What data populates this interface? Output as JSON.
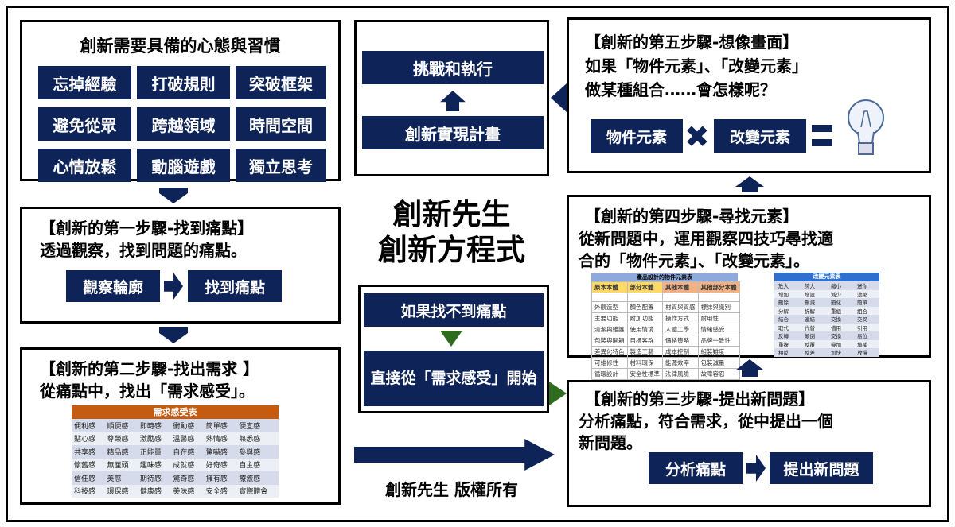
{
  "mindset": {
    "title": "創新需要具備的心態與習慣",
    "items": [
      "忘掉經驗",
      "打破規則",
      "突破框架",
      "避免從眾",
      "跨越領域",
      "時間空間",
      "心情放鬆",
      "動腦遊戲",
      "獨立思考"
    ]
  },
  "step1": {
    "title": "【創新的第一步驟-找到痛點】",
    "desc": "透過觀察，找到問題的痛點。",
    "btn1": "觀察輪廓",
    "btn2": "找到痛點"
  },
  "step2": {
    "title": "【創新的第二步驟-找出需求 】",
    "desc": "從痛點中，找出「需求感受」。",
    "table_title": "需求感受表",
    "table": [
      [
        "便利感",
        "順便感",
        "即時感",
        "衝動感",
        "簡單感",
        "便宜感"
      ],
      [
        "貼心感",
        "尊榮感",
        "激勵感",
        "溫馨感",
        "熱情感",
        "熟悉感"
      ],
      [
        "共享感",
        "精品感",
        "正能量",
        "自在感",
        "驚嚇感",
        "參與感"
      ],
      [
        "懷舊感",
        "無厘頭",
        "趣味感",
        "成就感",
        "好奇感",
        "自主感"
      ],
      [
        "信任感",
        "美感",
        "期待感",
        "驚奇感",
        "擁有感",
        "療癒感"
      ],
      [
        "科技感",
        "環保感",
        "健康感",
        "美味感",
        "安全感",
        "實際體會"
      ]
    ]
  },
  "execute": {
    "top": "挑戰和執行",
    "bottom": "創新實現計畫"
  },
  "center": {
    "line1": "創新先生",
    "line2": "創新方程式",
    "copyright": "創新先生  版權所有"
  },
  "fallback": {
    "top": "如果找不到痛點",
    "bottom": "直接從「需求感受」開始"
  },
  "step5": {
    "title": "【創新的第五步驟-想像畫面】",
    "line1": "如果「物件元素」、「改變元素」",
    "line2": "做某種組合……會怎樣呢？",
    "btn1": "物件元素",
    "btn2": "改變元素"
  },
  "step4": {
    "title": "【創新的第四步驟-尋找元素】",
    "line1": "從新問題中，運用觀察四技巧尋找適",
    "line2": "合的「物件元素」、「改變元素」。",
    "product_table": {
      "title": "產品設計的物件元素表",
      "headers": [
        "原本本體",
        "部分本體",
        "其他本體",
        "其他部分本體"
      ],
      "rows": [
        [
          "外觀造型",
          "顏色配置",
          "材質與質感",
          "標誌與識別"
        ],
        [
          "主要功能",
          "附加功能",
          "操作方式",
          "耐用性"
        ],
        [
          "清潔與維護",
          "使用情境",
          "人體工學",
          "情緒感受"
        ],
        [
          "包裝與開箱",
          "目標客群",
          "價格策略",
          "品牌一致性"
        ],
        [
          "差異化特色",
          "製造工藝",
          "成本控制",
          "組裝難度"
        ],
        [
          "可維修性",
          "材料環保",
          "能源效率",
          "包裝減量"
        ],
        [
          "循環設計",
          "安全性標準",
          "法律風險",
          "故障容忍"
        ]
      ]
    },
    "change_table": {
      "title": "改變元素表",
      "rows": [
        [
          "放大",
          "誇大",
          "縮小",
          "迷你"
        ],
        [
          "增加",
          "增設",
          "減少",
          "濃縮"
        ],
        [
          "刪除",
          "刪減",
          "簡化",
          "簡單"
        ],
        [
          "分解",
          "拆解",
          "重組",
          "組合"
        ],
        [
          "結合",
          "連結",
          "交換",
          "交叉"
        ],
        [
          "取代",
          "代替",
          "借用",
          "引用"
        ],
        [
          "反轉",
          "顛倒",
          "交換",
          "易位"
        ],
        [
          "重複",
          "反覆",
          "疊加",
          "填補"
        ],
        [
          "相反",
          "反差",
          "加快",
          "放慢"
        ]
      ]
    }
  },
  "step3": {
    "title": "【創新的第三步驟-提出新問題】",
    "line1": "分析痛點，符合需求，從中提出一個",
    "line2": "新問題。",
    "btn1": "分析痛點",
    "btn2": "提出新問題"
  },
  "colors": {
    "navy": "#0e2358",
    "orange": "#c55a11",
    "green": "#2e6b1f"
  }
}
